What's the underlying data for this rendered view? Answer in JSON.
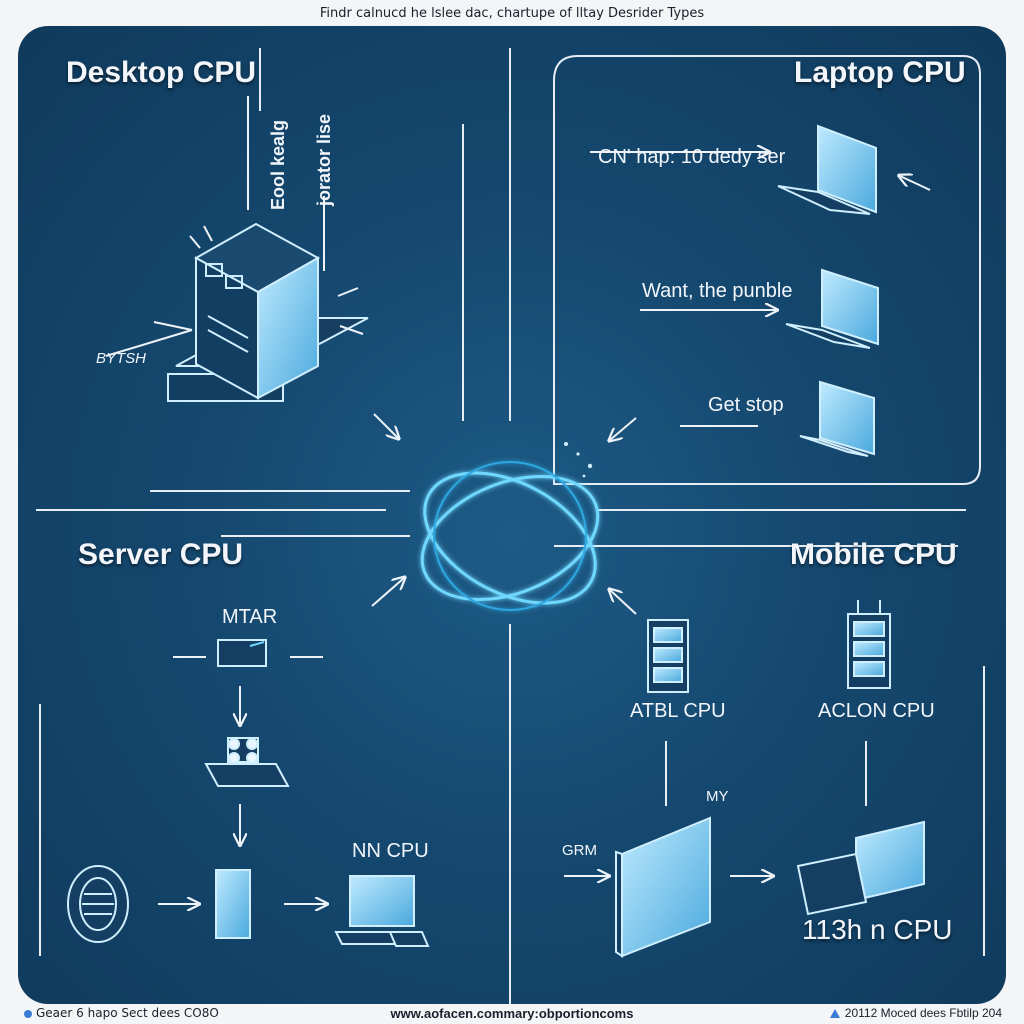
{
  "header": {
    "caption": "Findr calnucd he lslee dac, chartupe of lltay Desrider Types"
  },
  "quadrants": {
    "desktop": {
      "title": "Desktop CPU",
      "vertical_1": "Eool kealg",
      "vertical_2": "jorator lise",
      "side_label": "BYTSH"
    },
    "laptop": {
      "title": "Laptop CPU",
      "items": [
        "CN' hap: 10 dedy ser",
        "Want, the punble",
        "Get stop"
      ]
    },
    "server": {
      "title": "Server CPU",
      "top_label": "MTAR",
      "bottom_label": "NN CPU"
    },
    "mobile": {
      "title": "Mobile CPU",
      "left_label": "ATBL CPU",
      "right_label": "ACLON CPU",
      "mid_label": "MY",
      "side_label": "GRM",
      "bottom_label": "113h n CPU"
    }
  },
  "footer": {
    "left": "Geaer 6 hapo Sect dees CO8O",
    "center": "www.aofacen.commary:obportioncoms",
    "right": "20112 Moced dees Fbtilp 204"
  },
  "colors": {
    "panel": "#15486f",
    "line": "#dde6f0",
    "glow": "#67d3ff",
    "icon": "#8fd6f5"
  }
}
